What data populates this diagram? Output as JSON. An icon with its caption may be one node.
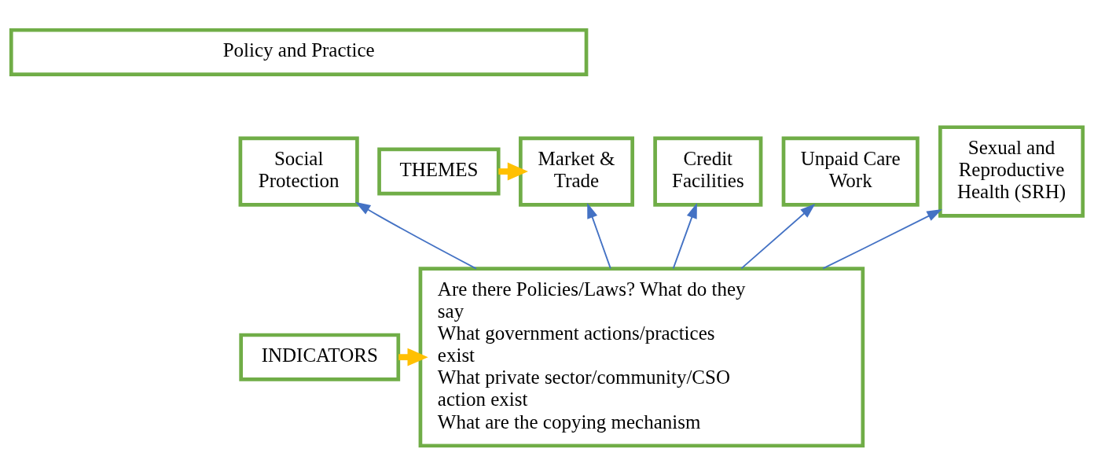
{
  "diagram": {
    "nodes": [
      {
        "text": [
          "Policy and Practice"
        ]
      },
      {
        "text": [
          "THEMES"
        ]
      },
      {
        "text": [
          "Market & Trade"
        ]
      },
      {
        "text": [
          "Credit Facilities"
        ]
      },
      {
        "text": [
          "Social Protection"
        ]
      },
      {
        "text": [
          "Unpaid Care Work"
        ]
      },
      {
        "text": [
          "Sexual and Reproductive Health (SRH)"
        ]
      },
      {
        "text": [
          "INDICATORS"
        ]
      },
      {
        "text": [
          "Are there Policies/Laws? What do they say",
          "What government actions/practices exist",
          "What private sector/community/CSO action exist",
          "What are the copying mechanism"
        ]
      }
    ],
    "edges": [
      {
        "from": 1,
        "to": 2,
        "arrow": "to",
        "style": "thick",
        "color": "#ffc000"
      },
      {
        "from": 7,
        "to": 8,
        "arrow": "to",
        "style": "thick",
        "color": "#ffc000"
      },
      {
        "from": 8,
        "to": 2,
        "arrow": "to"
      },
      {
        "from": 8,
        "to": 3,
        "arrow": "to"
      },
      {
        "from": 8,
        "to": 4,
        "arrow": "to"
      },
      {
        "from": 8,
        "to": 5,
        "arrow": "to"
      },
      {
        "from": 8,
        "to": 6,
        "arrow": "to"
      }
    ]
  }
}
